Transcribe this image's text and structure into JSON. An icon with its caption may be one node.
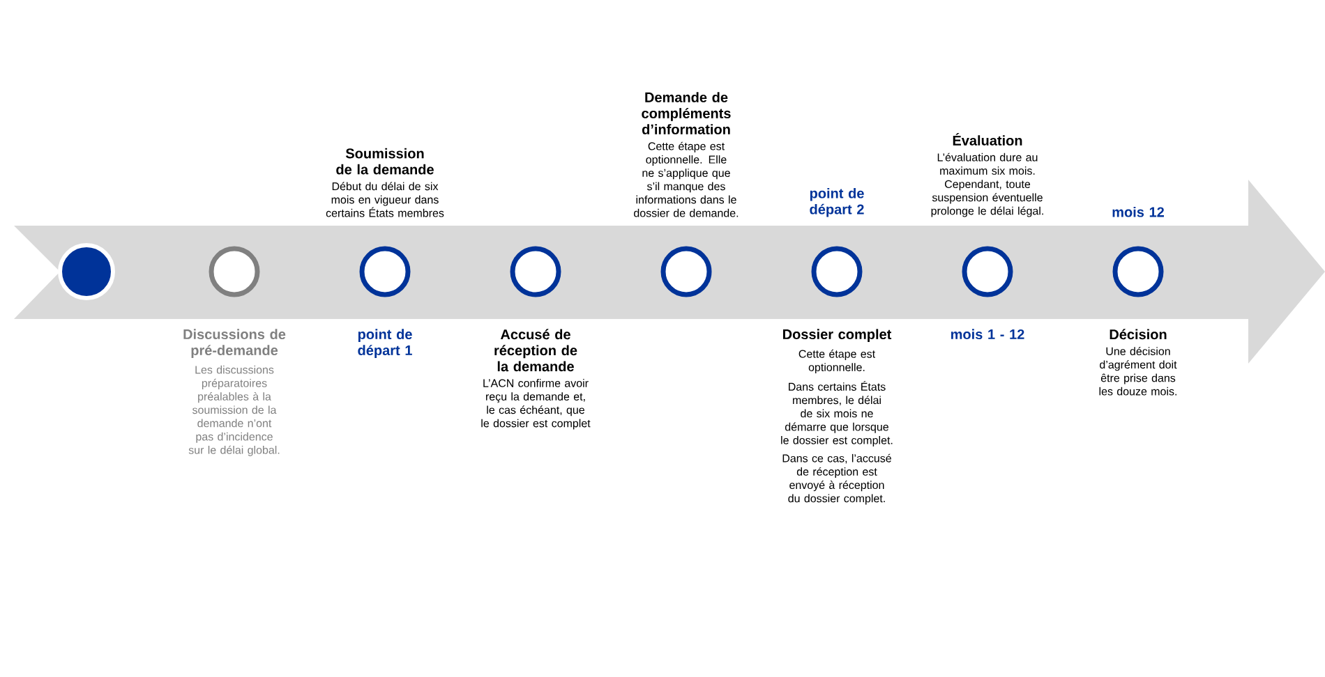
{
  "diagram": {
    "nodes": [
      {
        "text": [],
        "shape": "circle"
      },
      {
        "text": [],
        "shape": "circle",
        "beside": [
          "Discussions de pré-demande",
          "Les discussions préparatoires préalables à la soumission de la demande n’ont pas d’incidence sur le délai global."
        ]
      },
      {
        "text": [],
        "shape": "circle",
        "beside": [
          "Soumission de la demande",
          "Début du délai de six mois en vigueur dans certains États membres",
          "point de départ 1"
        ]
      },
      {
        "text": [],
        "shape": "circle",
        "beside": [
          "Accusé de réception de la demande",
          "L’ACN confirme avoir reçu la demande et, le cas échéant, que le dossier est complet"
        ]
      },
      {
        "text": [],
        "shape": "circle",
        "beside": [
          "Demande de compléments d’information",
          "Cette étape est optionnelle. Elle ne s’applique que s’il manque des informations dans le dossier de demande."
        ]
      },
      {
        "text": [],
        "shape": "circle",
        "beside": [
          "point de départ 2",
          "Dossier complet",
          "Cette étape est optionnelle.",
          "Dans certains États membres, le délai de six mois ne démarre que lorsque le dossier est complet.",
          "Dans ce cas, l’accusé de réception est envoyé à réception du dossier complet."
        ]
      },
      {
        "text": [],
        "shape": "circle",
        "beside": [
          "Évaluation",
          "L’évaluation dure au maximum six mois. Cependant, toute suspension éventuelle prolonge le délai légal.",
          "mois 1 - 12"
        ]
      },
      {
        "text": [],
        "shape": "circle",
        "beside": [
          "mois 12",
          "Décision",
          "Une décision d’agrément doit être prise dans les douze mois."
        ]
      }
    ]
  }
}
